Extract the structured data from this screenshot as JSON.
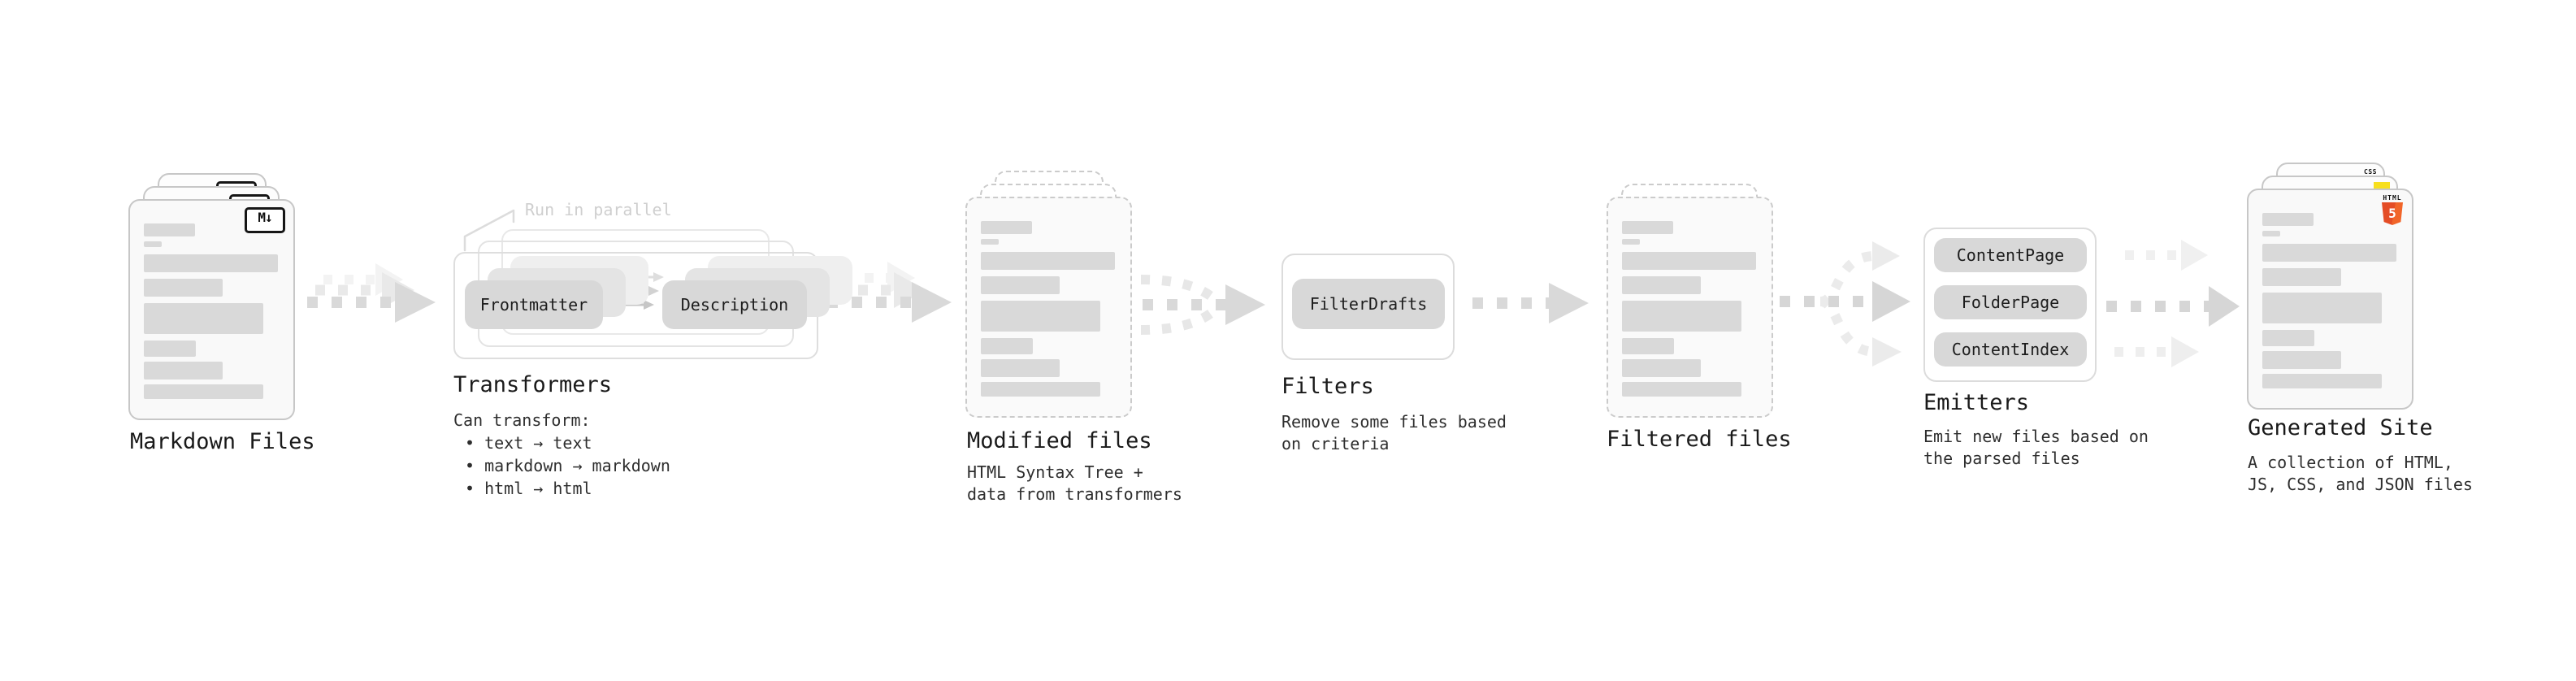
{
  "colors": {
    "background": "#ffffff",
    "doc_fill": "#f9f9f9",
    "doc_border": "#c7c7c7",
    "dashed_border": "#cbcbcb",
    "placeholder_bar": "#d9d9d9",
    "pill_fill": "#d8d8d8",
    "pill_text": "#1d1d1d",
    "label_text": "#1a1a1a",
    "caption_text": "#2e2e2e",
    "callout_text": "#cfcfcf",
    "arrow_main": "#d9d9d9",
    "arrow_ghost": "#ececec",
    "html5_orange": "#e44d26",
    "js_yellow": "#f7df1e",
    "css_blue": "#2c63f0",
    "md_badge_border": "#161616"
  },
  "stages": {
    "markdown": {
      "label": "Markdown Files",
      "badge": "M↓"
    },
    "transformers": {
      "label": "Transformers",
      "callout": "Run in parallel",
      "pills": [
        "Frontmatter",
        "Description"
      ],
      "caption_title": "Can transform:",
      "bullets": [
        "• text → text",
        "• markdown → markdown",
        "• html → html"
      ]
    },
    "modified": {
      "label": "Modified files",
      "caption": [
        "HTML Syntax Tree +",
        "data from transformers"
      ]
    },
    "filters": {
      "label": "Filters",
      "pill": "FilterDrafts",
      "caption": [
        "Remove some files based",
        "on criteria"
      ]
    },
    "filtered": {
      "label": "Filtered files"
    },
    "emitters": {
      "label": "Emitters",
      "pills": [
        "ContentPage",
        "FolderPage",
        "ContentIndex"
      ],
      "caption": [
        "Emit new files based on",
        "the parsed files"
      ]
    },
    "generated": {
      "label": "Generated Site",
      "badges": {
        "html_word": "HTML",
        "html_num": "5",
        "css_word": "CSS"
      },
      "caption": [
        "A collection of HTML,",
        "JS, CSS, and JSON files"
      ]
    }
  }
}
